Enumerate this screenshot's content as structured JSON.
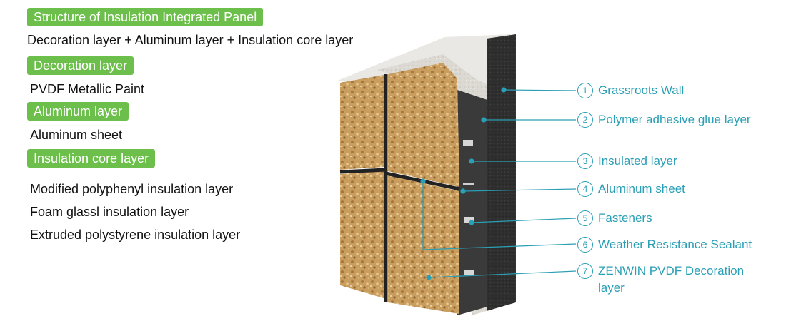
{
  "header": {
    "title": "Structure of Insulation Integrated Panel",
    "formula": "Decoration layer + Aluminum layer + Insulation core layer"
  },
  "sections": [
    {
      "heading": "Decoration layer",
      "items": [
        "PVDF Metallic Paint"
      ]
    },
    {
      "heading": "Aluminum layer",
      "items": [
        "Aluminum sheet"
      ]
    },
    {
      "heading": "Insulation core layer",
      "items": [
        "Modified polyphenyl insulation layer",
        "Foam glassl insulation layer",
        "Extruded polystyrene insulation layer"
      ]
    }
  ],
  "callouts": [
    {
      "num": "1",
      "label": "Grassroots Wall"
    },
    {
      "num": "2",
      "label": "Polymer adhesive glue layer"
    },
    {
      "num": "3",
      "label": "Insulated layer"
    },
    {
      "num": "4",
      "label": "Aluminum sheet"
    },
    {
      "num": "5",
      "label": "Fasteners"
    },
    {
      "num": "6",
      "label": "Weather Resistance Sealant"
    },
    {
      "num": "7",
      "label": "ZENWIN PVDF Decoration layer"
    }
  ],
  "colors": {
    "badge": "#6cbf4a",
    "callout": "#2a9fb5",
    "wall": "#2e2e2e",
    "adhesive": "#d9d6d0",
    "stone": "#c99d5e",
    "joint": "#222222"
  }
}
